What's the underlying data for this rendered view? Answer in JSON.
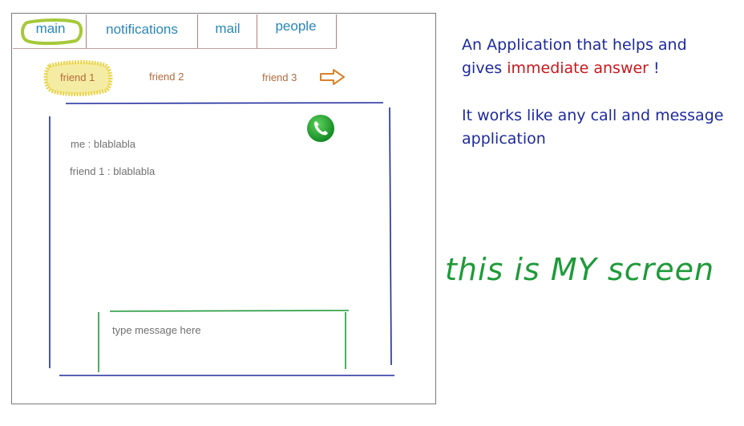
{
  "tabs": [
    {
      "label": "main"
    },
    {
      "label": "notifications"
    },
    {
      "label": "mail"
    },
    {
      "label": "people"
    }
  ],
  "friends": [
    {
      "label": "friend 1"
    },
    {
      "label": "friend 2"
    },
    {
      "label": "friend 3"
    }
  ],
  "chat": {
    "messages": [
      {
        "text": "me : blablabla"
      },
      {
        "text": "friend 1 : blablabla"
      }
    ],
    "input_placeholder": "type message here"
  },
  "notes": {
    "line1": "An Application that helps and",
    "line2_prefix": "gives ",
    "line2_highlight": "immediate answer",
    "line2_suffix": " !",
    "line3": "It works like any call and message",
    "line4": "application",
    "screen_label": "this is MY screen"
  },
  "icons": {
    "call": "phone-call-icon",
    "next": "arrow-right-icon"
  },
  "colors": {
    "tab_text": "#2a86b8",
    "friend_text": "#b36a3c",
    "note_blue": "#1e2a9c",
    "note_red": "#c8181c",
    "note_green": "#1f9a3a",
    "chat_border": "#1e2a9c",
    "input_border": "#1f9a3a",
    "call_green": "#1f9a3a"
  }
}
